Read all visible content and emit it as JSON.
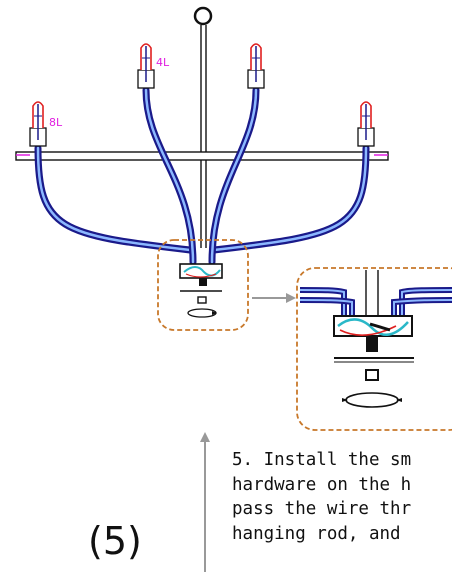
{
  "colors": {
    "wire_outer": "#1a1a8a",
    "wire_inner": "#8cb8ff",
    "cap_red": "#e02020",
    "callout_border": "#c8782a",
    "arrow_gray": "#999999",
    "label_magenta": "#e020e0"
  },
  "labels": {
    "upper_light": "4L",
    "lower_light": "8L"
  },
  "step": {
    "number": "(5)",
    "lines": [
      "5. Install the sm",
      "hardware on the h",
      "pass the wire thr",
      "hanging rod, and"
    ]
  }
}
